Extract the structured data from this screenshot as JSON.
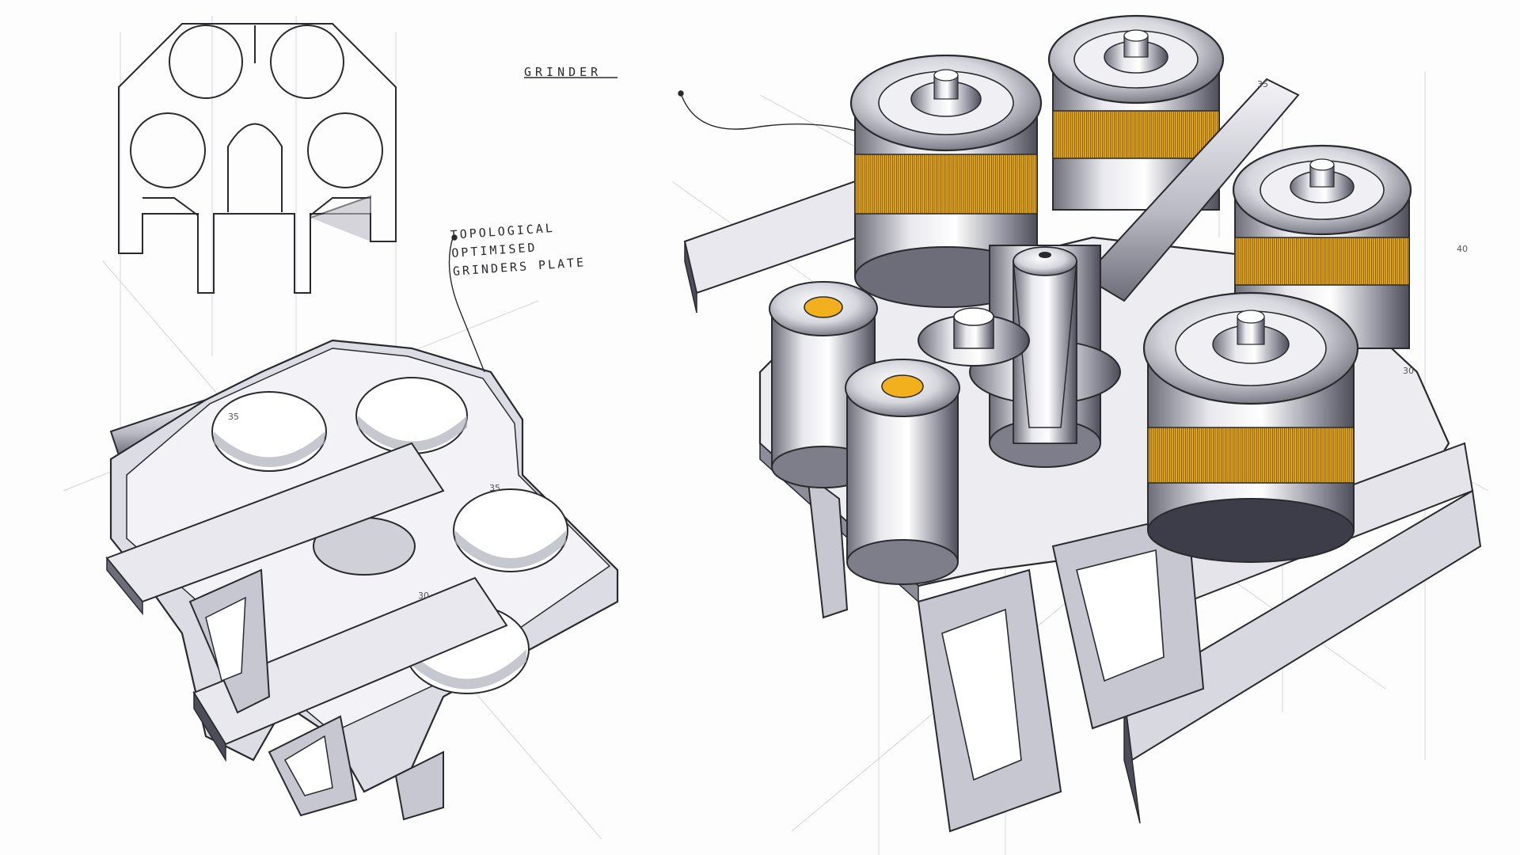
{
  "annotations": {
    "grinder_label": "GRINDER",
    "plate_label_lines": [
      "TOPOLOGICAL",
      "OPTIMISED",
      "GRINDERS PLATE"
    ]
  },
  "dimensions": {
    "d1": "35",
    "d2": "40",
    "d3": "30",
    "d4": "35",
    "d5": "30",
    "d6": "35"
  },
  "colors": {
    "ink": "#2a2a2e",
    "metal_light": "#e8e8ee",
    "metal_mid": "#b9bac4",
    "metal_dark": "#6c6d78",
    "amber": "#f2b01e",
    "paper": "#fdfdfd"
  }
}
